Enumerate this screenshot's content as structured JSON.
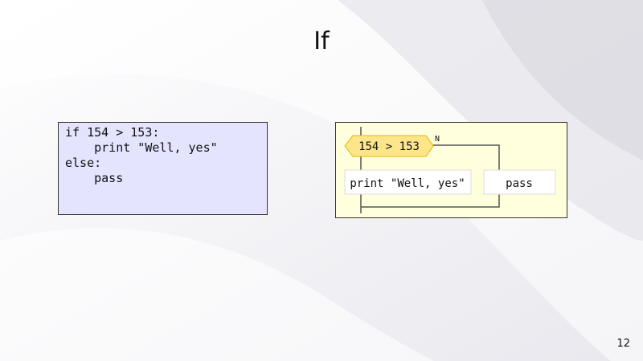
{
  "slide": {
    "title": "If",
    "page_number": "12"
  },
  "code": {
    "lines": [
      "if 154 > 153:",
      "    print \"Well, yes\"",
      "else:",
      "    pass"
    ]
  },
  "flowchart": {
    "condition": "154 > 153",
    "no_label": "N",
    "true_branch": "print \"Well, yes\"",
    "false_branch": "pass"
  },
  "colors": {
    "code_bg": "#e4e4ff",
    "diagram_bg": "#ffffdd",
    "condition_fill": "#fde68a",
    "condition_stroke": "#e0b400"
  }
}
